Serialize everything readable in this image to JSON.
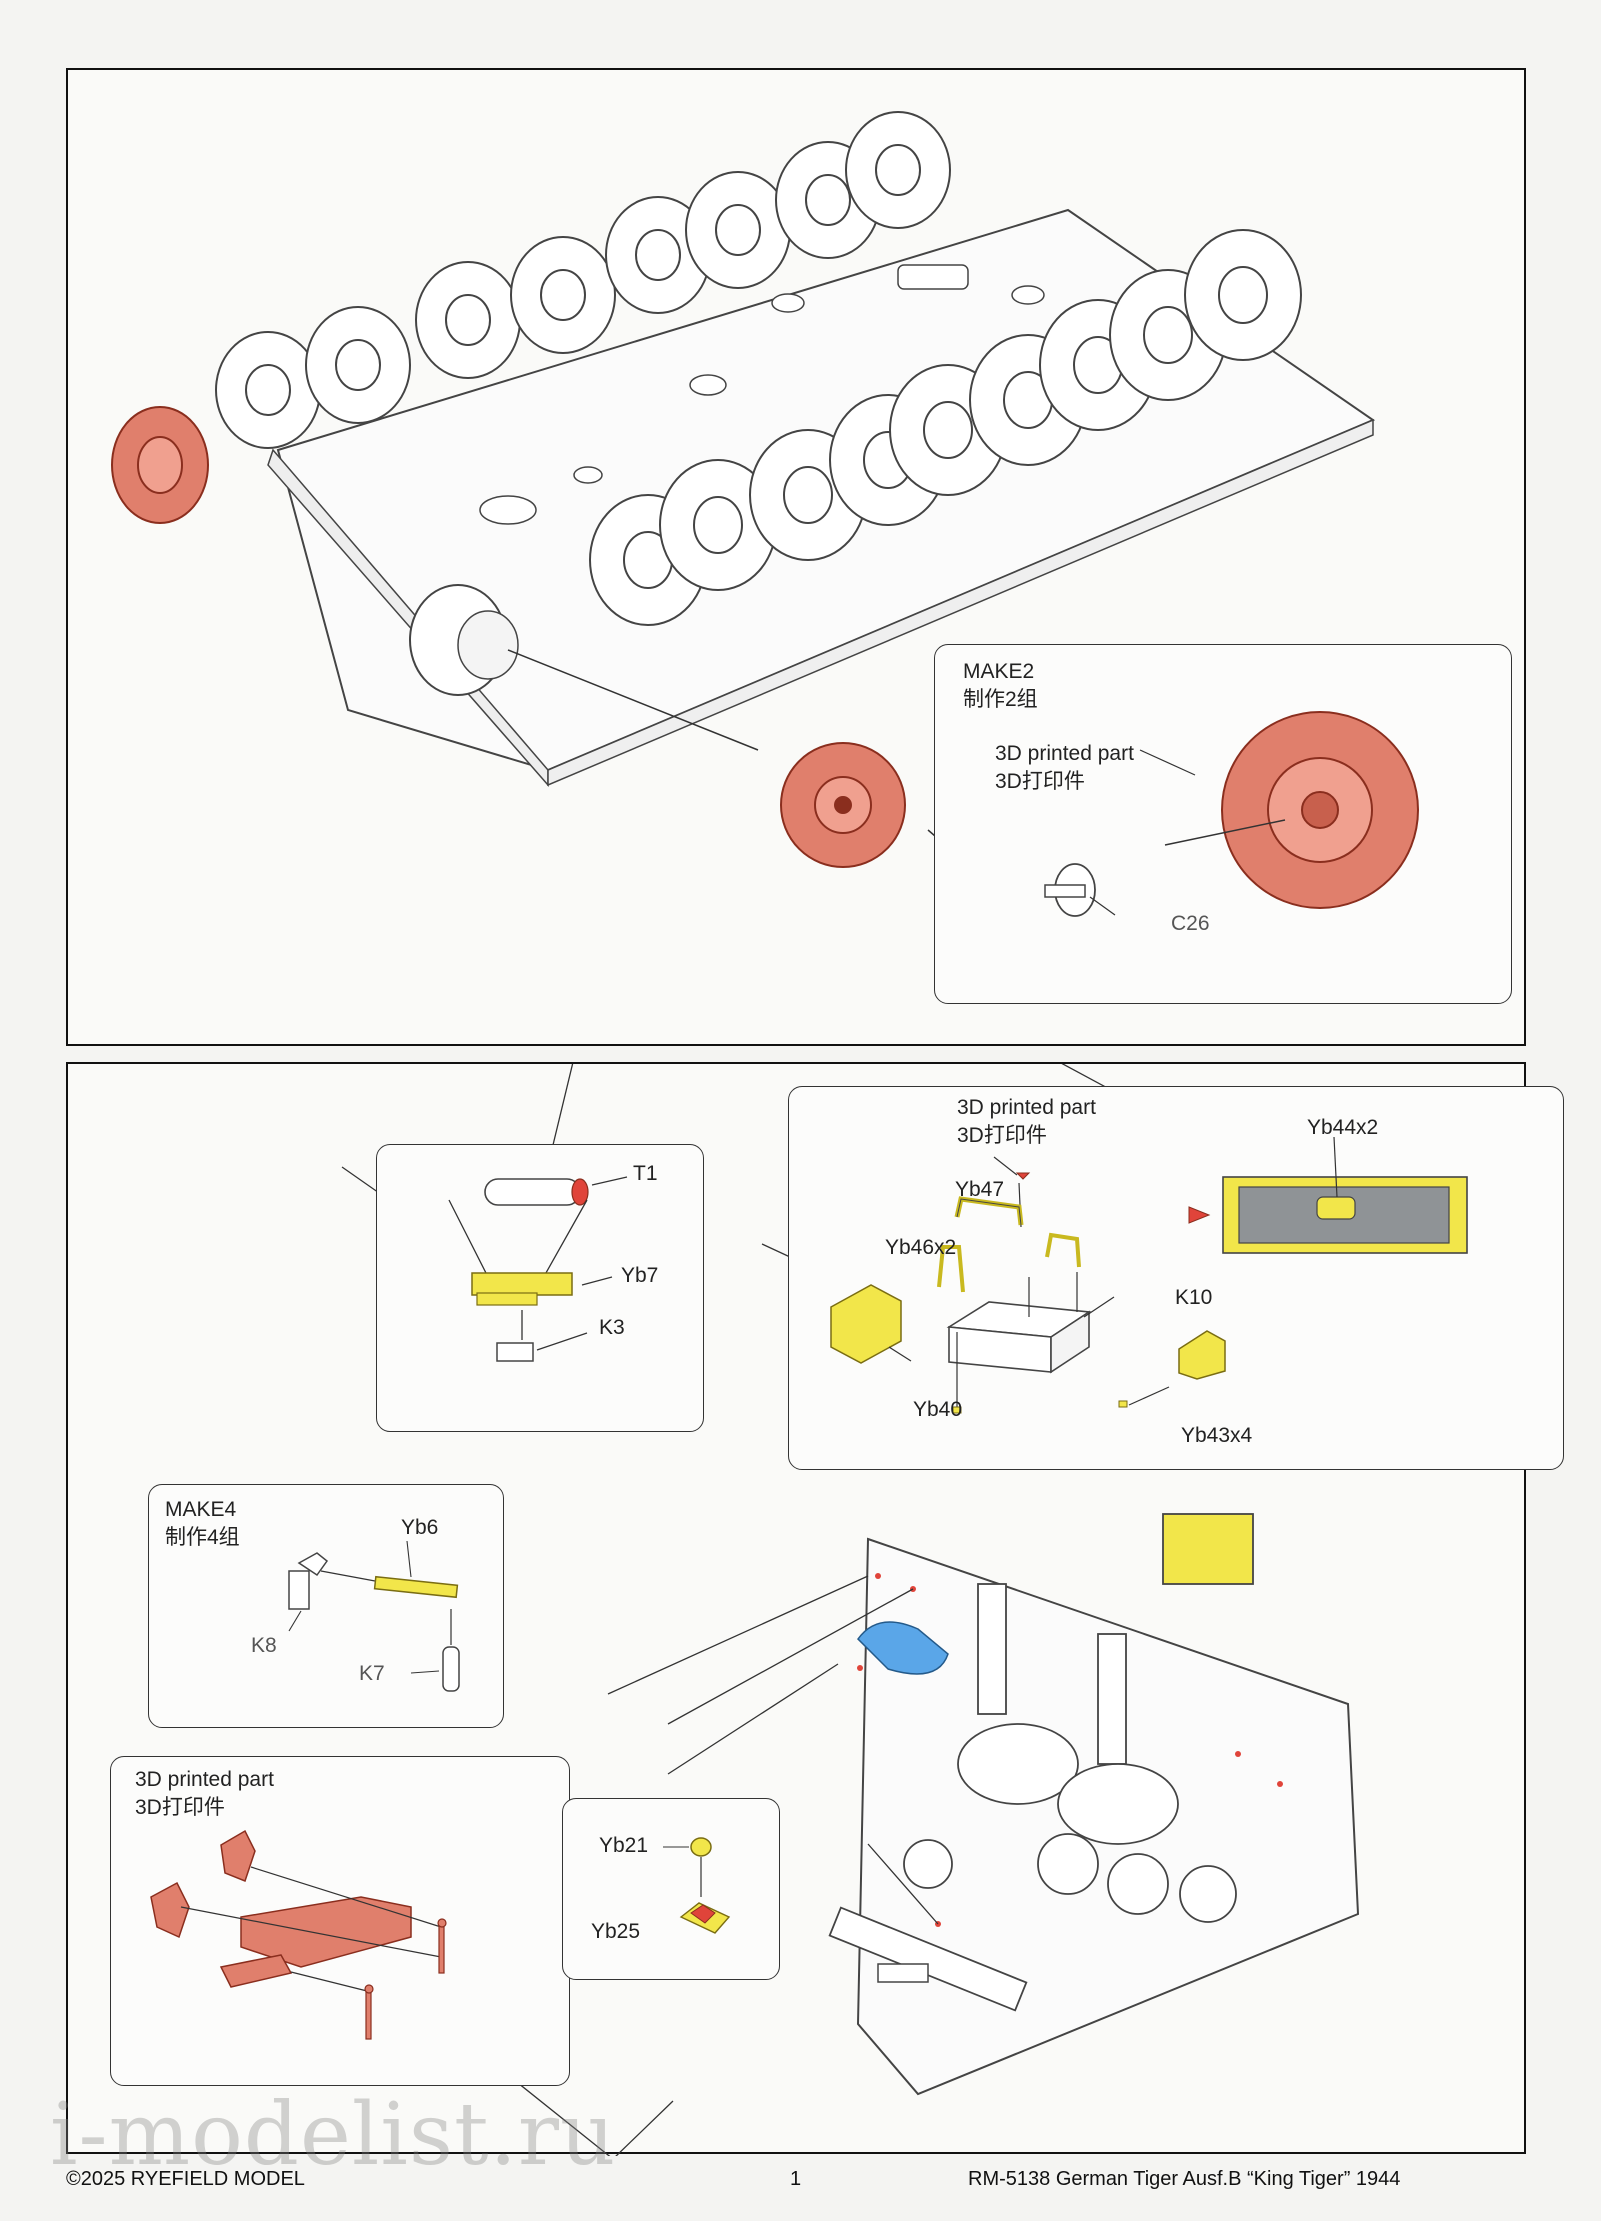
{
  "top_panel": {
    "make_label": "MAKE2",
    "make_label_cn": "制作2组",
    "part_label": "3D printed part",
    "part_label_cn": "3D打印件",
    "part_code": "C26"
  },
  "bottom_panel": {
    "tube": {
      "t1": "T1",
      "yb7": "Yb7",
      "k3": "K3"
    },
    "box": {
      "part_label": "3D printed part",
      "part_label_cn": "3D打印件",
      "yb44": "Yb44x2",
      "yb47": "Yb47",
      "yb46": "Yb46x2",
      "k10": "K10",
      "yb40": "Yb40",
      "yb43": "Yb43x4"
    },
    "make4": {
      "make_label": "MAKE4",
      "make_label_cn": "制作4组",
      "yb6": "Yb6",
      "k8": "K8",
      "k7": "K7"
    },
    "printed": {
      "part_label": "3D printed part",
      "part_label_cn": "3D打印件"
    },
    "yb21": "Yb21",
    "yb25": "Yb25"
  },
  "footer": {
    "copyright": "©2025 RYEFIELD MODEL",
    "page_number": "1",
    "title": "RM-5138 German Tiger Ausf.B “King Tiger” 1944"
  },
  "watermark": "i-modelist.ru",
  "colors": {
    "sprocket": "#e07f6c",
    "sprocket_stroke": "#8a2e1e",
    "photo_etch": "#f2e64a",
    "blue_part": "#5aa6e8",
    "line": "#333333"
  }
}
